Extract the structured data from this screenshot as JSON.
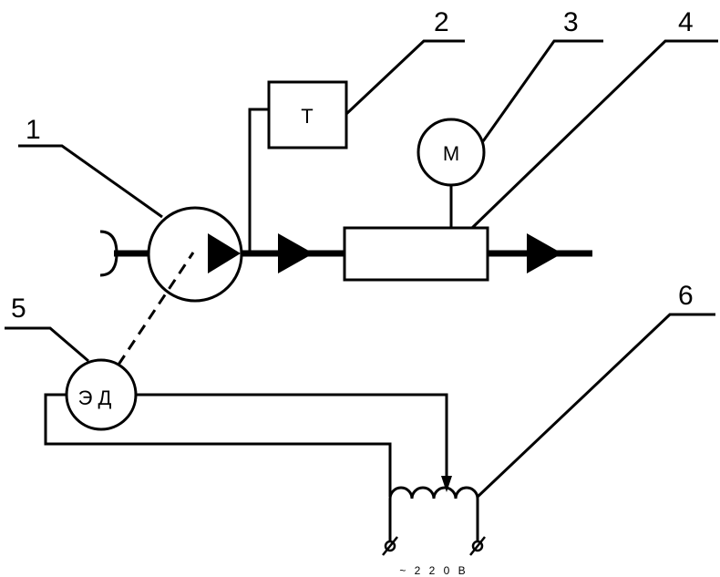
{
  "callouts": {
    "c1": "1",
    "c2": "2",
    "c3": "3",
    "c4": "4",
    "c5": "5",
    "c6": "6"
  },
  "components": {
    "tank_label": "Т",
    "meter_label": "М",
    "motor_label": "Э Д",
    "supply_label": "~ 2 2 0 В"
  },
  "colors": {
    "stroke": "#000000",
    "fill": "#ffffff"
  }
}
